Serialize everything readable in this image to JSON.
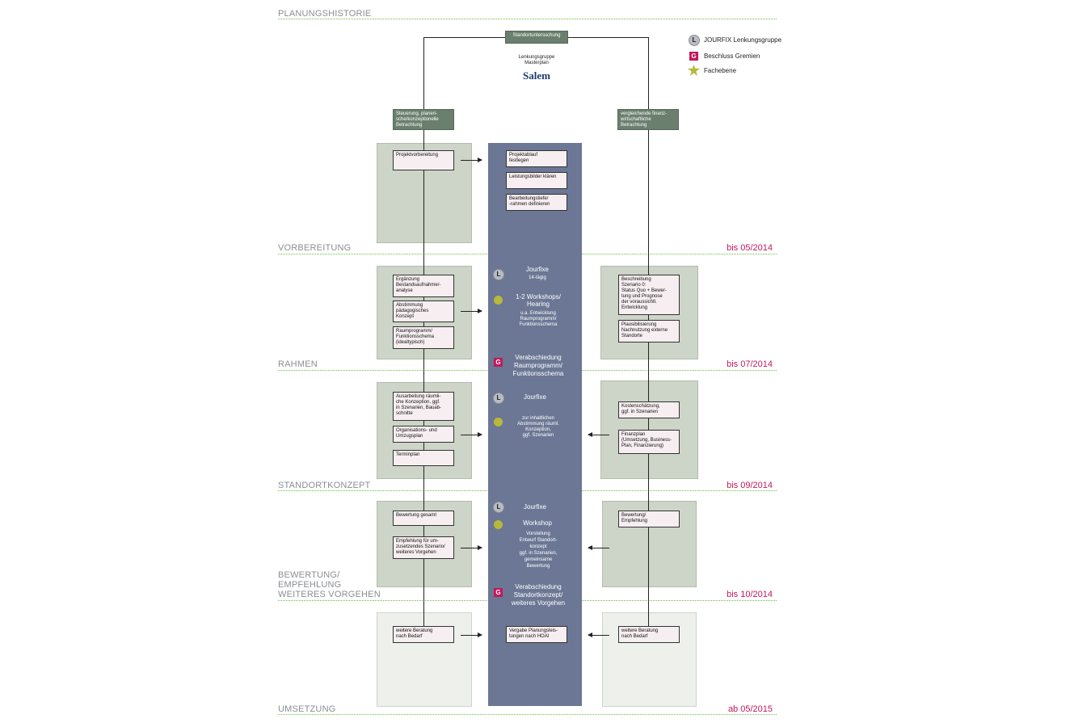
{
  "phases": {
    "historie": "PLANUNGSHISTORIE",
    "vorbereitung": "VORBEREITUNG",
    "rahmen": "RAHMEN",
    "standortkonzept": "STANDORTKONZEPT",
    "bewertung": "BEWERTUNG/\nEMPFEHLUNG\nWEITERES VORGEHEN",
    "umsetzung": "UMSETZUNG"
  },
  "dates": {
    "vorbereitung": "bis 05/2014",
    "rahmen": "bis 07/2014",
    "standortkonzept": "bis 09/2014",
    "bewertung": "bis 10/2014",
    "umsetzung": "ab 05/2015"
  },
  "top": {
    "standort": "Standortuntersuchung",
    "lenkung": "Lenkungsgruppe\nMasterplan",
    "salem": "Salem",
    "left_head": "Steuerung, planeri-\nsche/konzeptionelle\nBetrachtung",
    "right_head": "vergleichende finanz-\nwirtschaftliche\nBetrachtung"
  },
  "legend": {
    "l_icon": "L",
    "l_label": "JOURFIX Lenkungsgruppe",
    "g_icon": "G",
    "g_label": "Beschluss Gremien",
    "star_label": "Fachebene"
  },
  "left": {
    "projektvorbereitung": "Projektvorbereitung",
    "ergaenzung": "Ergänzung\nBestandsaufnahme/-\nanalyse",
    "abstimmung": "Abstimmung\npädagogisches\nKonzept",
    "raumprogramm": "Raumprogramm/\nFunktionsschema\n(idealtypisch)",
    "ausarbeitung": "Ausarbeitung räumli-\nche Konzeption, ggf.\nin Szenarien, Bauab-\nschnitte",
    "organisation": "Organisations- und\nUmzugsplan",
    "terminplan": "Terminplan",
    "bewertung_gesamt": "Bewertung gesamt",
    "empfehlung": "Empfehlung für um-\nzusetzendes Szenario/\nweiteres Vorgehen",
    "weitere": "weitere Beratung\nnach Bedarf"
  },
  "center": {
    "projektablauf": "Projektablauf\nfestlegen",
    "leistungsbilder": "Leistungsbilder klären",
    "bearbeitungstiefe": "Bearbeitungstiefe/\n-rahmen definieren",
    "l": "L",
    "g": "G",
    "jourfixe1": "Jourfixe",
    "jourfixe1_sub": "14-tägig",
    "workshops": "1-2 Workshops/\nHearing",
    "workshops_sub": "u.a. Entwicklung\nRaumprogramm/\nFunktionsschema",
    "verab1": "Verabschiedung\nRaumprogramm/\nFunktionsschema",
    "jourfixe2": "Jourfixe",
    "abstimmung": "zur inhaltlichen\nAbstimmung räuml.\nKonzeption,\nggf. Szenarien",
    "jourfixe3": "Jourfixe",
    "workshop": "Workshop",
    "vorstellung": "Vorstellung\nEntwurf Standort-\nkonzept\nggf. in Szenarien,\ngemeinsame\nBewertung",
    "verab2": "Verabschiedung\nStandortkonzept/\nweiteres Vorgehen",
    "vergabe": "Vergabe Planungsleis-\ntungen nach HOAI"
  },
  "right": {
    "beschreibung": "Beschreibung\nSzenario 0:\nStatus Quo + Bewer-\ntung und Prognose\nder voraussichtl.\nEntwicklung",
    "plausi": "Plausibilisierung\nNachnutzung externe\nStandorte",
    "kosten": "Kostenschätzung,\nggf. in Szenarien",
    "finanzplan": "Finanzplan\n(Umsetzung, Business-\nPlan, Finanzierung)",
    "bewertung": "Bewertung/\nEmpfehlung",
    "weitere": "weitere Beratung\nnach Bedarf"
  },
  "colors": {
    "center": "#6b7794",
    "green_box": "#ccd5c7",
    "dark_green": "#6a7f6e",
    "magenta": "#c2185b",
    "dotted": "#6abf40"
  }
}
